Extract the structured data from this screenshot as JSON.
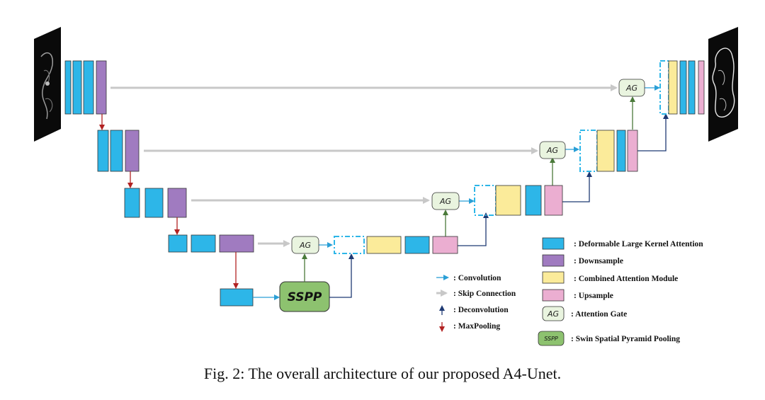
{
  "caption": "Fig. 2: The overall architecture of our proposed A4-Unet.",
  "node_labels": {
    "attention_gate": "AG",
    "sspp": "SSPP"
  },
  "arrow_legend": [
    {
      "symbol": "convolution-arrow",
      "label": ": Convolution"
    },
    {
      "symbol": "skip-connection-arrow",
      "label": ": Skip Connection"
    },
    {
      "symbol": "deconvolution-arrow",
      "label": ": Deconvolution"
    },
    {
      "symbol": "maxpooling-arrow",
      "label": ": MaxPooling"
    }
  ],
  "block_legend": [
    {
      "symbol": "dlka-swatch",
      "label": ": Deformable Large Kernel Attention"
    },
    {
      "symbol": "downsample-swatch",
      "label": ": Downsample"
    },
    {
      "symbol": "cam-swatch",
      "label": ": Combined Attention Module"
    },
    {
      "symbol": "upsample-swatch",
      "label": ": Upsample"
    },
    {
      "symbol": "ag-swatch",
      "swatch_text": "AG",
      "label": ": Attention Gate"
    },
    {
      "symbol": "sspp-swatch",
      "swatch_text": "SSPP",
      "label": ": Swin Spatial Pyramid Pooling"
    }
  ],
  "colors": {
    "dlka": "#2db6e8",
    "downsample": "#a07bc0",
    "cam": "#fbeb9a",
    "upsample": "#ebaed1",
    "attention_gate": "#e9f4df",
    "sspp": "#8dc26f",
    "skip": "#c8c8c8",
    "maxpool": "#b22222",
    "deconv": "#1f3a73",
    "conv": "#2a9fd6",
    "gate_line": "#4a7a3a"
  }
}
